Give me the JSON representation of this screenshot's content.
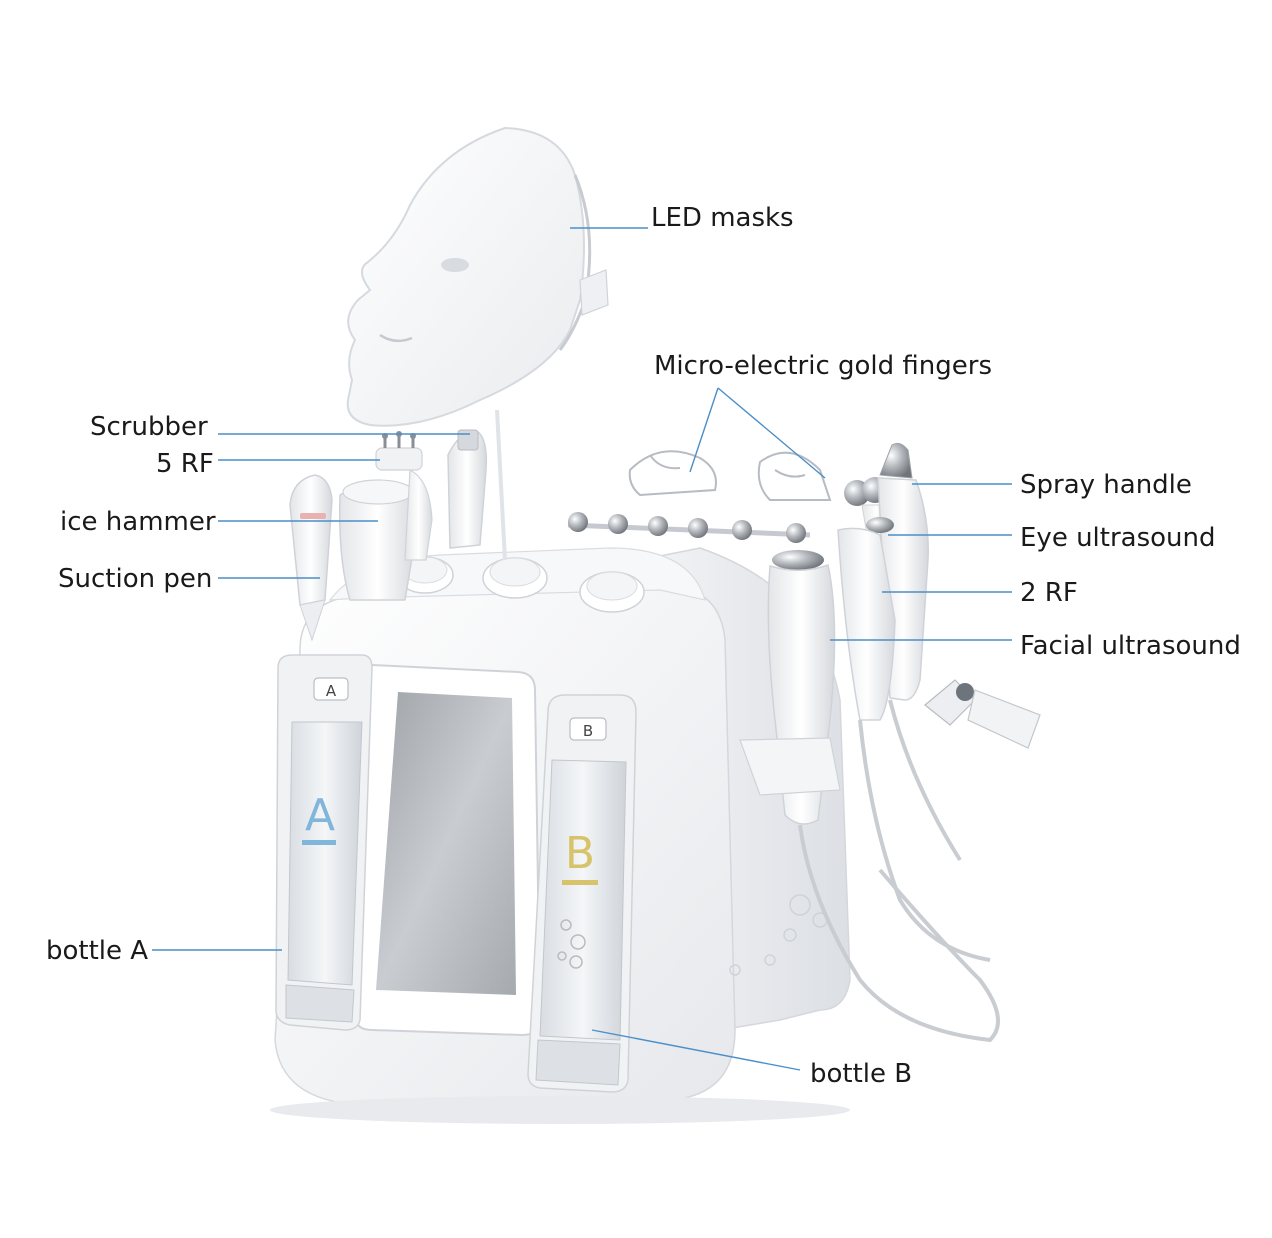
{
  "labels": {
    "led_masks": "LED masks",
    "micro_electric_gold_fingers": "Micro-electric gold fingers",
    "scrubber": "Scrubber",
    "five_rf": "5 RF",
    "ice_hammer": "ice hammer",
    "suction_pen": "Suction pen",
    "spray_handle": "Spray handle",
    "eye_ultrasound": "Eye ultrasound",
    "two_rf": "2 RF",
    "facial_ultrasound": "Facial ultrasound",
    "bottle_a": "bottle A",
    "bottle_b": "bottle B"
  },
  "device": {
    "tag_a": "A",
    "tag_b": "B",
    "bottle_a_letter": "A",
    "bottle_b_letter": "B"
  },
  "colors": {
    "leader_line": "#4a8fc9",
    "device_body": "#f4f5f7",
    "bottle_a_accent": "#7fb6d9",
    "bottle_b_accent": "#d7c46a"
  }
}
